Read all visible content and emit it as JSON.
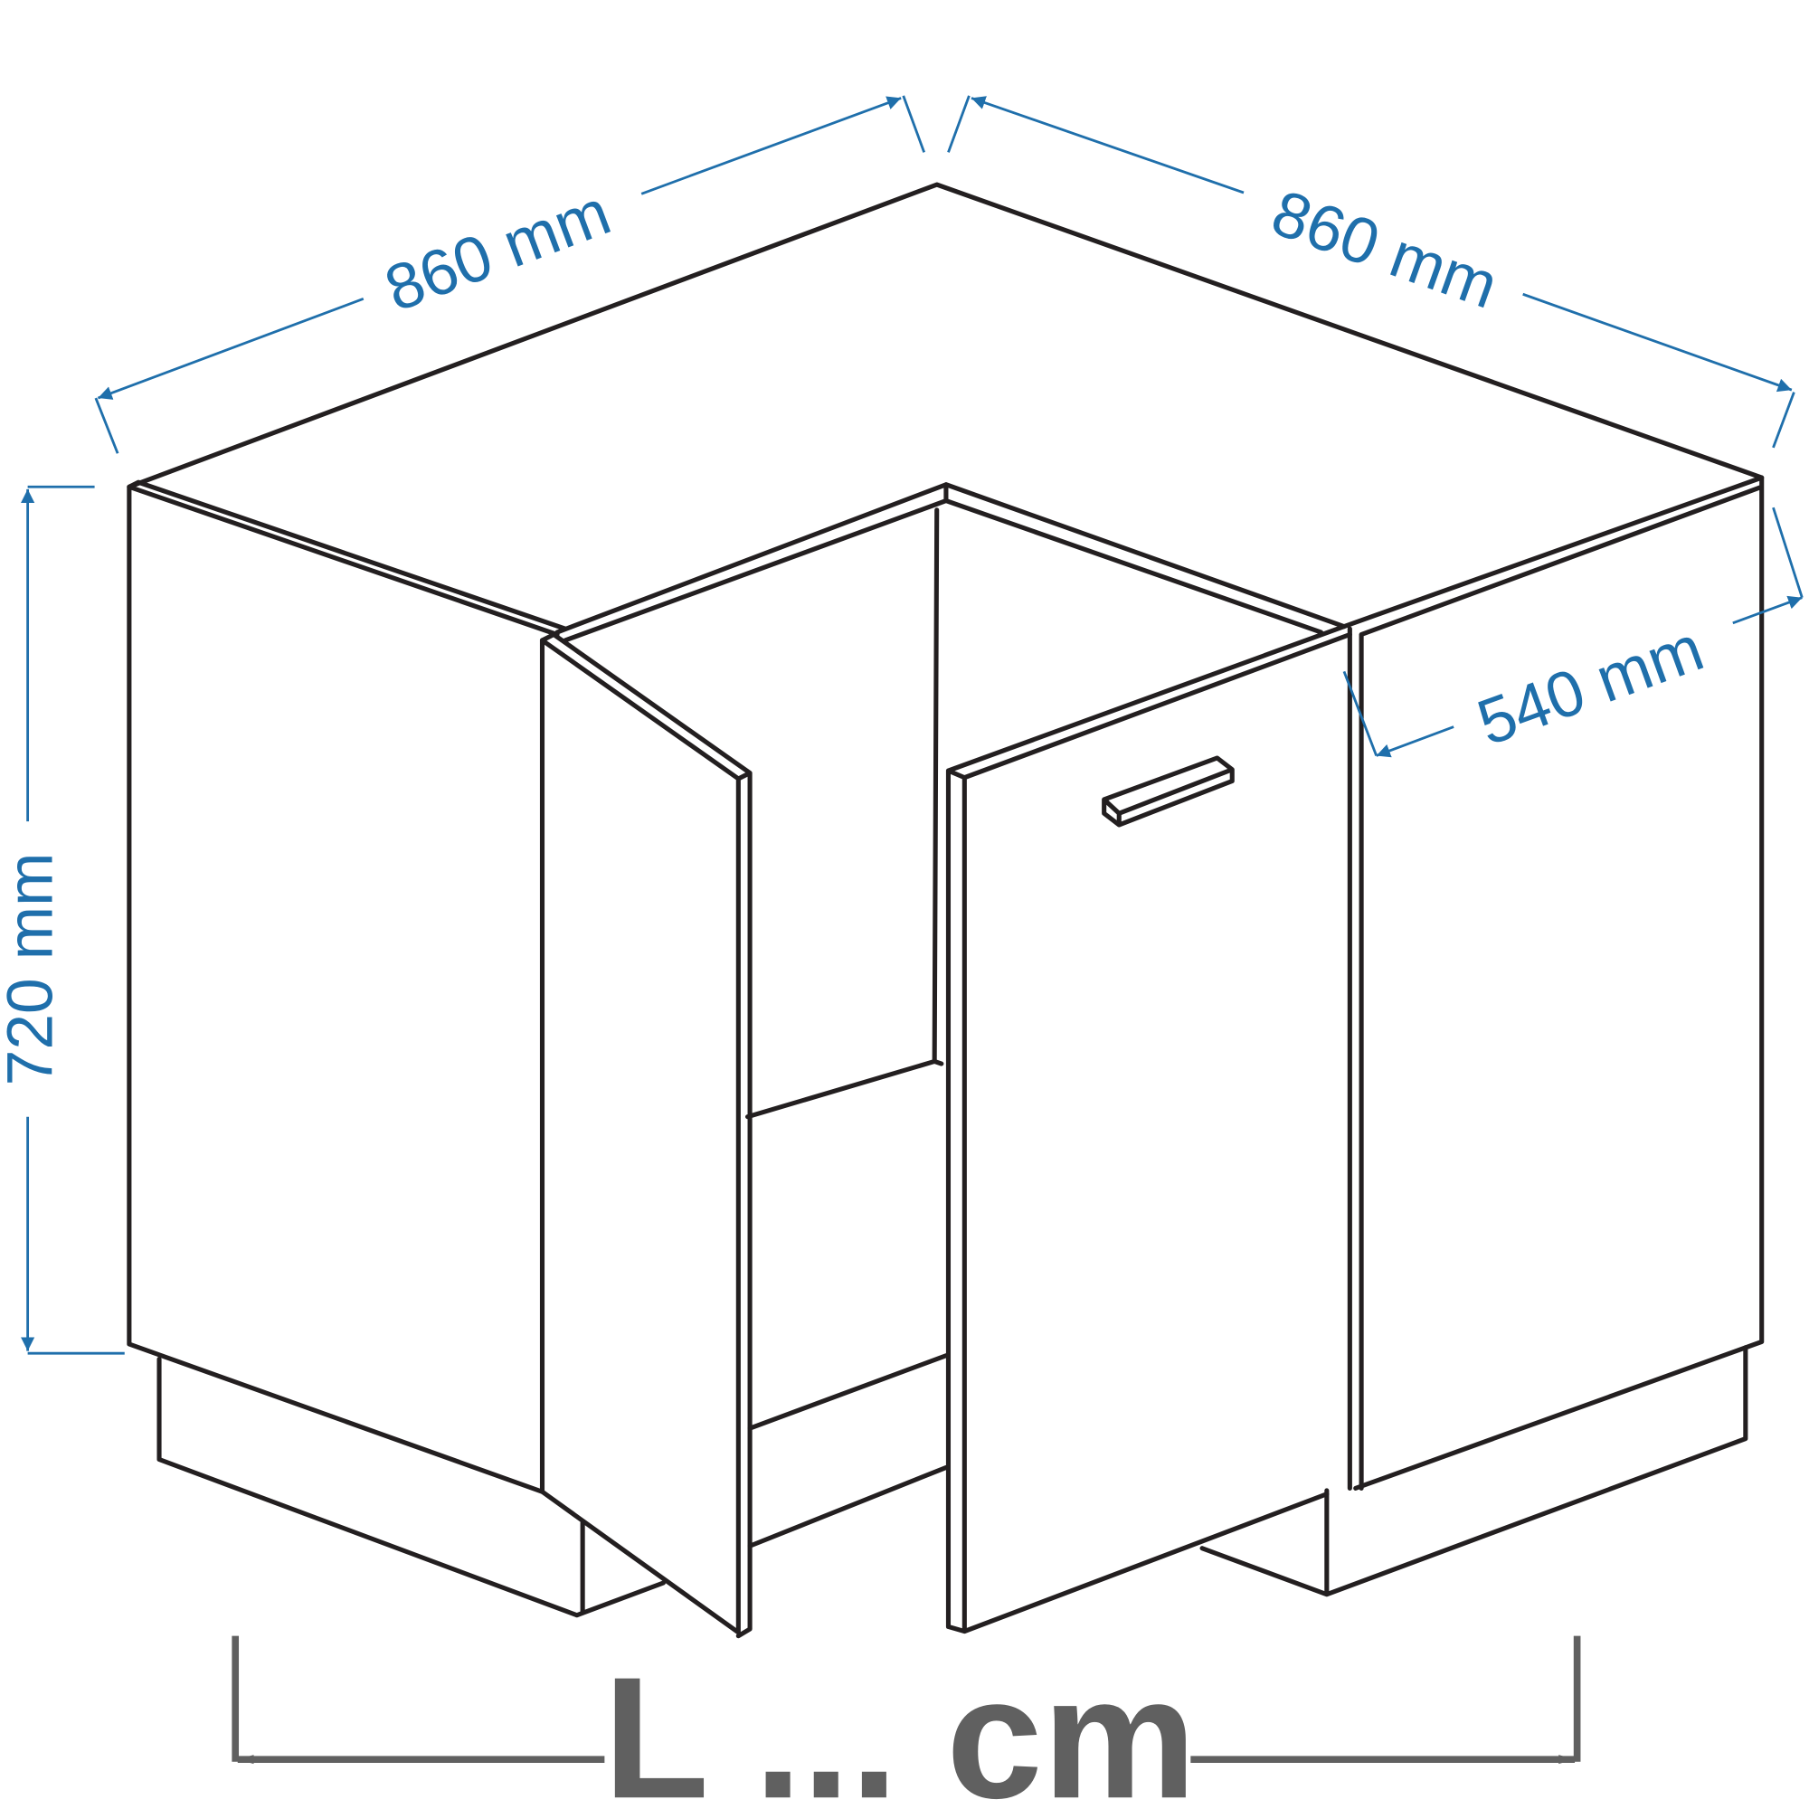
{
  "dimensions": {
    "width_left": "860 mm",
    "width_right": "860 mm",
    "depth": "540 mm",
    "height": "720 mm",
    "length": "L ... cm"
  },
  "colors": {
    "outline": "#231f20",
    "dimension": "#1f6fab",
    "length_marker": "#606060"
  }
}
